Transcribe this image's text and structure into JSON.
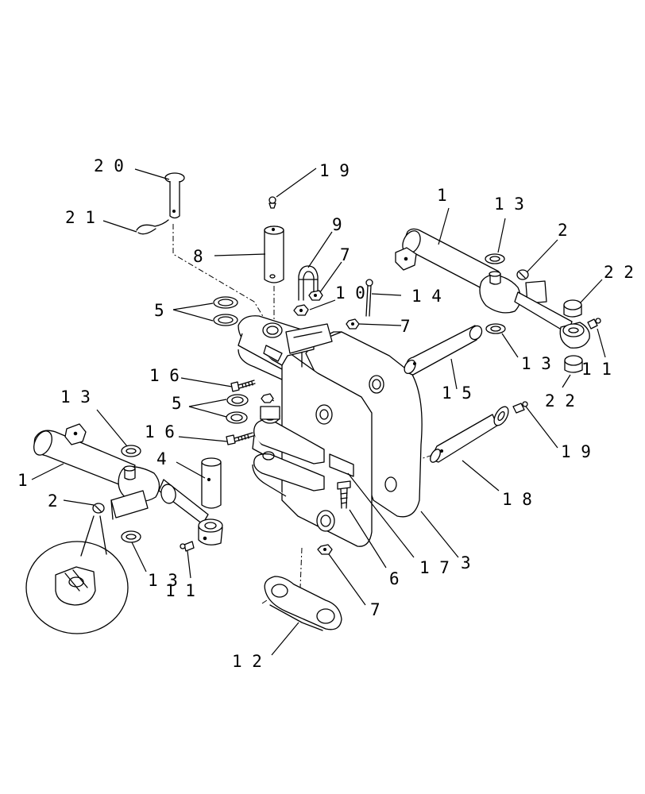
{
  "callouts": {
    "c20": "2 0",
    "c19_top": "1 9",
    "c21": "2 1",
    "c8": "8",
    "c9": "9",
    "c7_top": "7",
    "c1_right": "1",
    "c13_right_top": "1 3",
    "c2_right": "2",
    "c22_right_top": "2 2",
    "c5_top": "5",
    "c10": "1 0",
    "c14": "1 4",
    "c7_mid": "7",
    "c13_right_bottom": "1 3",
    "c11_right": "1 1",
    "c16_top": "1 6",
    "c15": "1 5",
    "c13_left_top": "1 3",
    "c22_right_bottom": "2 2",
    "c5_mid": "5",
    "c16_bottom": "1 6",
    "c19_right": "1 9",
    "c1_left": "1",
    "c4": "4",
    "c2_left": "2",
    "c18": "1 8",
    "c13_left_bottom": "1 3",
    "c11_left": "1 1",
    "c6": "6",
    "c17": "1 7",
    "c3": "3",
    "c7_bottom": "7",
    "c12": "1 2"
  }
}
